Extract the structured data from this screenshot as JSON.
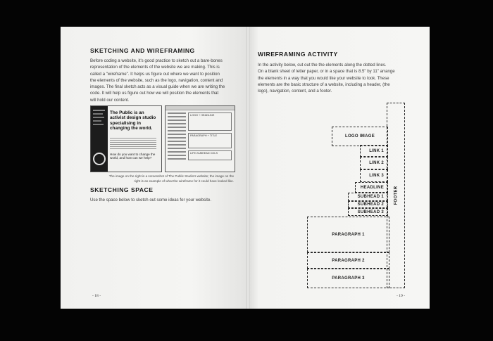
{
  "left_page": {
    "heading": "SKETCHING AND WIREFRAMING",
    "intro_lines": [
      "Before coding a website, it's good practice to sketch out a bare-bones",
      "representation of the elements of the website we are making. This is",
      "called a \"wireframe\". It helps us figure out where we want to position",
      "the elements of the website, such as the logo, navigation, content and",
      "images. The final sketch acts as a visual guide when we are writing the",
      "code. It will help us figure out how we will position the elements that",
      "will hold our content."
    ],
    "screenshot_site": {
      "tagline": "The Public is an activist design studio specialising in changing the world.",
      "question": "How do you want to change the world, and how can we help?"
    },
    "wireframe_thumb": {
      "headline": "LOGO + HEADLINE",
      "label_1": "PARAGRAPH + TITLE",
      "label_2": "LIFE-SUBHEAD COLS"
    },
    "caption_lines": [
      "The image on the right is a screenshot of The Public Studio's website; the image on the",
      "right is an example of what the wireframe for it could have looked like."
    ],
    "sketch_heading": "SKETCHING SPACE",
    "sketch_text": "Use the space below to sketch out some ideas for your website.",
    "page_number": "- 18 -"
  },
  "right_page": {
    "heading": "WIREFRAMING ACTIVITY",
    "intro_lines": [
      "In the activity below, cut out the the elements along the dotted lines.",
      "On a blank sheet of letter paper, or in a space that is 8.5\" by 11\" arrange",
      "the elements in a way that you would like your website to look. These",
      "elements are the basic structure of a website, including a header, (the",
      "logo), navigation, content, and a footer."
    ],
    "wireframe": {
      "logo": "LOGO IMAGE",
      "link1": "LINK 1",
      "link2": "LINK 2",
      "link3": "LINK 3",
      "headline": "HEADLINE",
      "subhead1": "SUBHEAD 1",
      "subhead2": "SUBHEAD 2",
      "subhead3": "SUBHEAD 3",
      "paragraph1": "PARAGRAPH 1",
      "paragraph2": "PARAGRAPH 2",
      "paragraph3": "PARAGRAPH 3",
      "footer": "FOOTER"
    },
    "page_number": "- 19 -"
  }
}
